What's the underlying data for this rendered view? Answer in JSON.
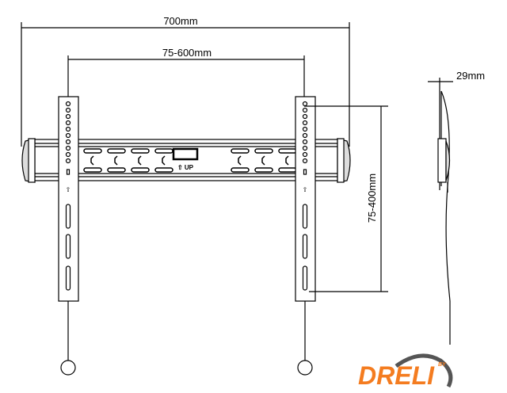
{
  "dimensions": {
    "overall_width": "700mm",
    "horizontal_vesa": "75-600mm",
    "vertical_vesa": "75-400mm",
    "depth": "29mm"
  },
  "rail": {
    "up_label": "UP"
  },
  "logo": {
    "brand": "DRELI",
    "prefix": "BY",
    "colors": {
      "orange": "#f47c20",
      "gray": "#555555"
    }
  }
}
